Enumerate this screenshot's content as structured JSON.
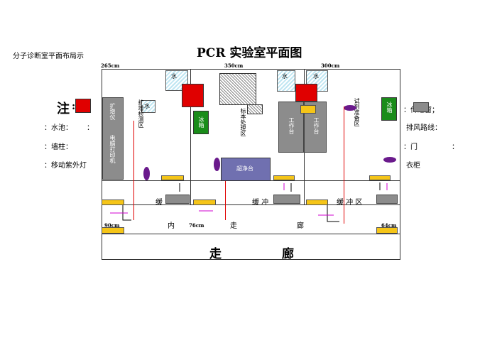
{
  "caption": "分子诊断室平面布局示",
  "title": "PCR 实验室平面图",
  "dimensions": {
    "d1": "265cm",
    "d2": "350cm",
    "d3": "300cm",
    "d4": "90cm",
    "d5": "76cm",
    "d6": "64cm"
  },
  "legend": {
    "note": "注",
    "colon": ":",
    "pass_window": "：传递窗；",
    "water_pool": "：水池：",
    "water_colon": "：",
    "exhaust": "排风路线：",
    "wall_column": "：墙柱：",
    "door": "：门",
    "door_colon": "：",
    "uv_lamp": "：移动紫外灯",
    "wardrobe": "衣柜"
  },
  "rooms": {
    "amplifier_label": "扩增仪",
    "printer_label": "电脑打印机",
    "amp_detect_zone": "扩增检测区",
    "specimen_zone": "标本处理区",
    "reagent_zone": "试剂准备区",
    "clean_bench": "超净台",
    "workbench1": "工作台",
    "workbench2": "工作台",
    "fridge_label": "冰箱",
    "fridge2_label": "冰箱",
    "water1": "水",
    "water2": "水",
    "water3": "水",
    "water4": "水"
  },
  "corridor": {
    "buffer1": "缓",
    "buffer2": "缓 冲",
    "buffer3": "缓 冲 区",
    "inner1": "内",
    "inner2": "走",
    "inner3": "廊",
    "outer1": "走",
    "outer2": "廊"
  },
  "colors": {
    "red": "#e00000",
    "green": "#1a8c1a",
    "yellow": "#f5c518",
    "gray": "#8c8c8c",
    "purple": "#6a1a8c",
    "cleanbench": "#7070b0"
  }
}
